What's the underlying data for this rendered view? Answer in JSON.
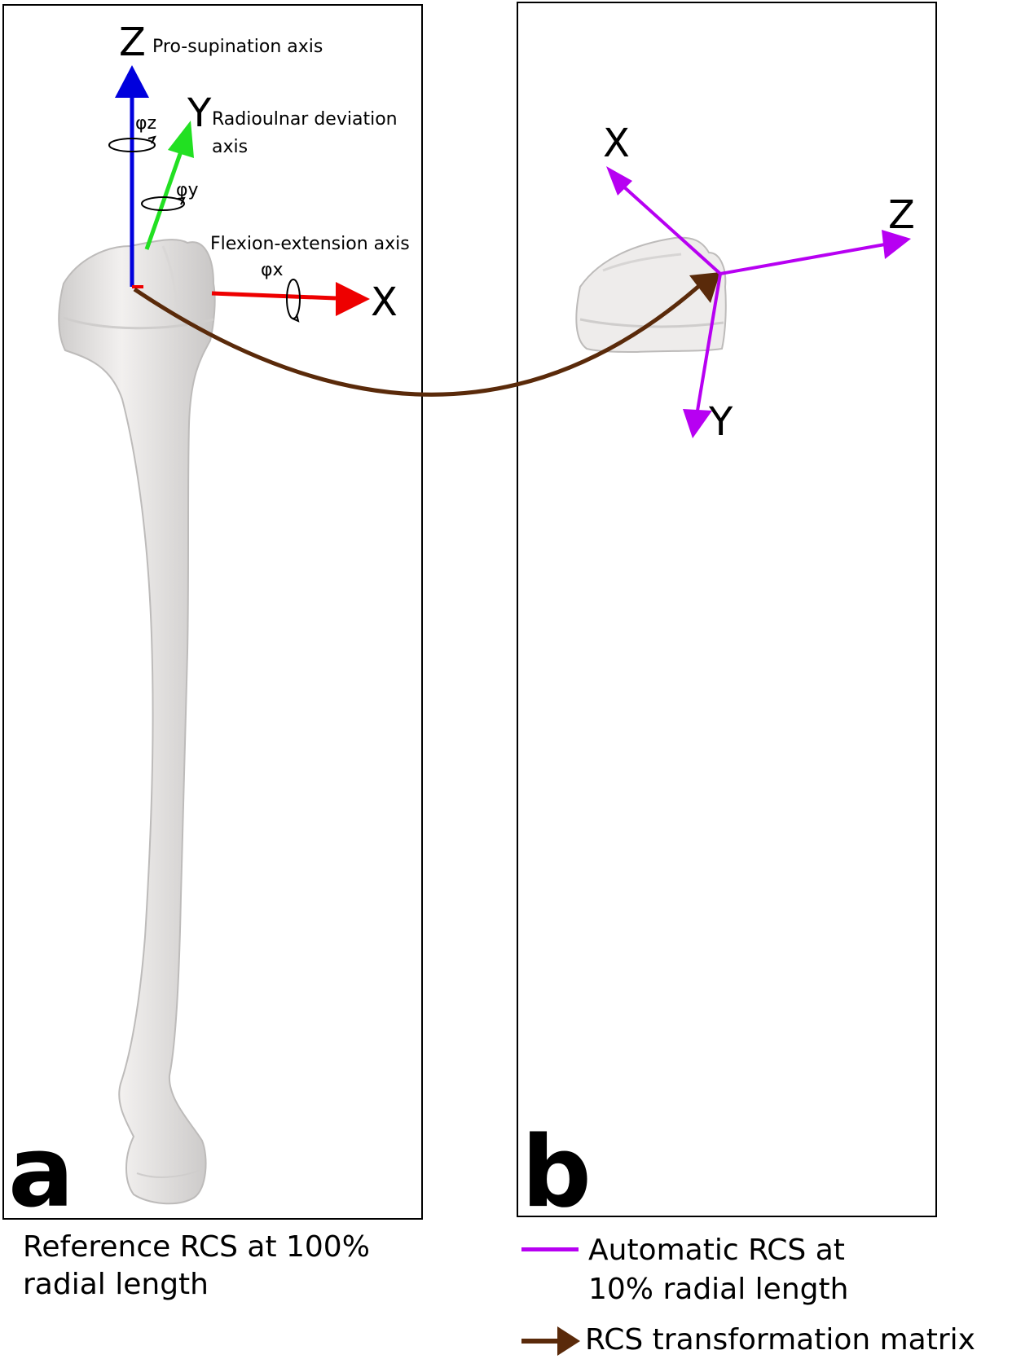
{
  "colors": {
    "z_axis": "#0000dd",
    "y_axis": "#22e022",
    "x_axis": "#ee0000",
    "automatic_rcs": "#b700f2",
    "transformation": "#5a2a0a",
    "bone": "#eeeceb"
  },
  "panel_a": {
    "letter": "a",
    "z_label": "Z",
    "z_desc": "Pro-supination axis",
    "y_label": "Y",
    "y_desc_line1": "Radioulnar deviation",
    "y_desc_line2": "axis",
    "x_label": "X",
    "x_desc": "Flexion-extension axis",
    "phi_z": "φz",
    "phi_y": "φy",
    "phi_x": "φx",
    "caption_line1": "Reference RCS  at 100%",
    "caption_line2": "radial length"
  },
  "panel_b": {
    "letter": "b",
    "x_label": "X",
    "y_label": "Y",
    "z_label": "Z"
  },
  "legend": {
    "automatic_line1": "Automatic RCS at",
    "automatic_line2": "10% radial length",
    "transformation": "RCS transformation matrix"
  }
}
